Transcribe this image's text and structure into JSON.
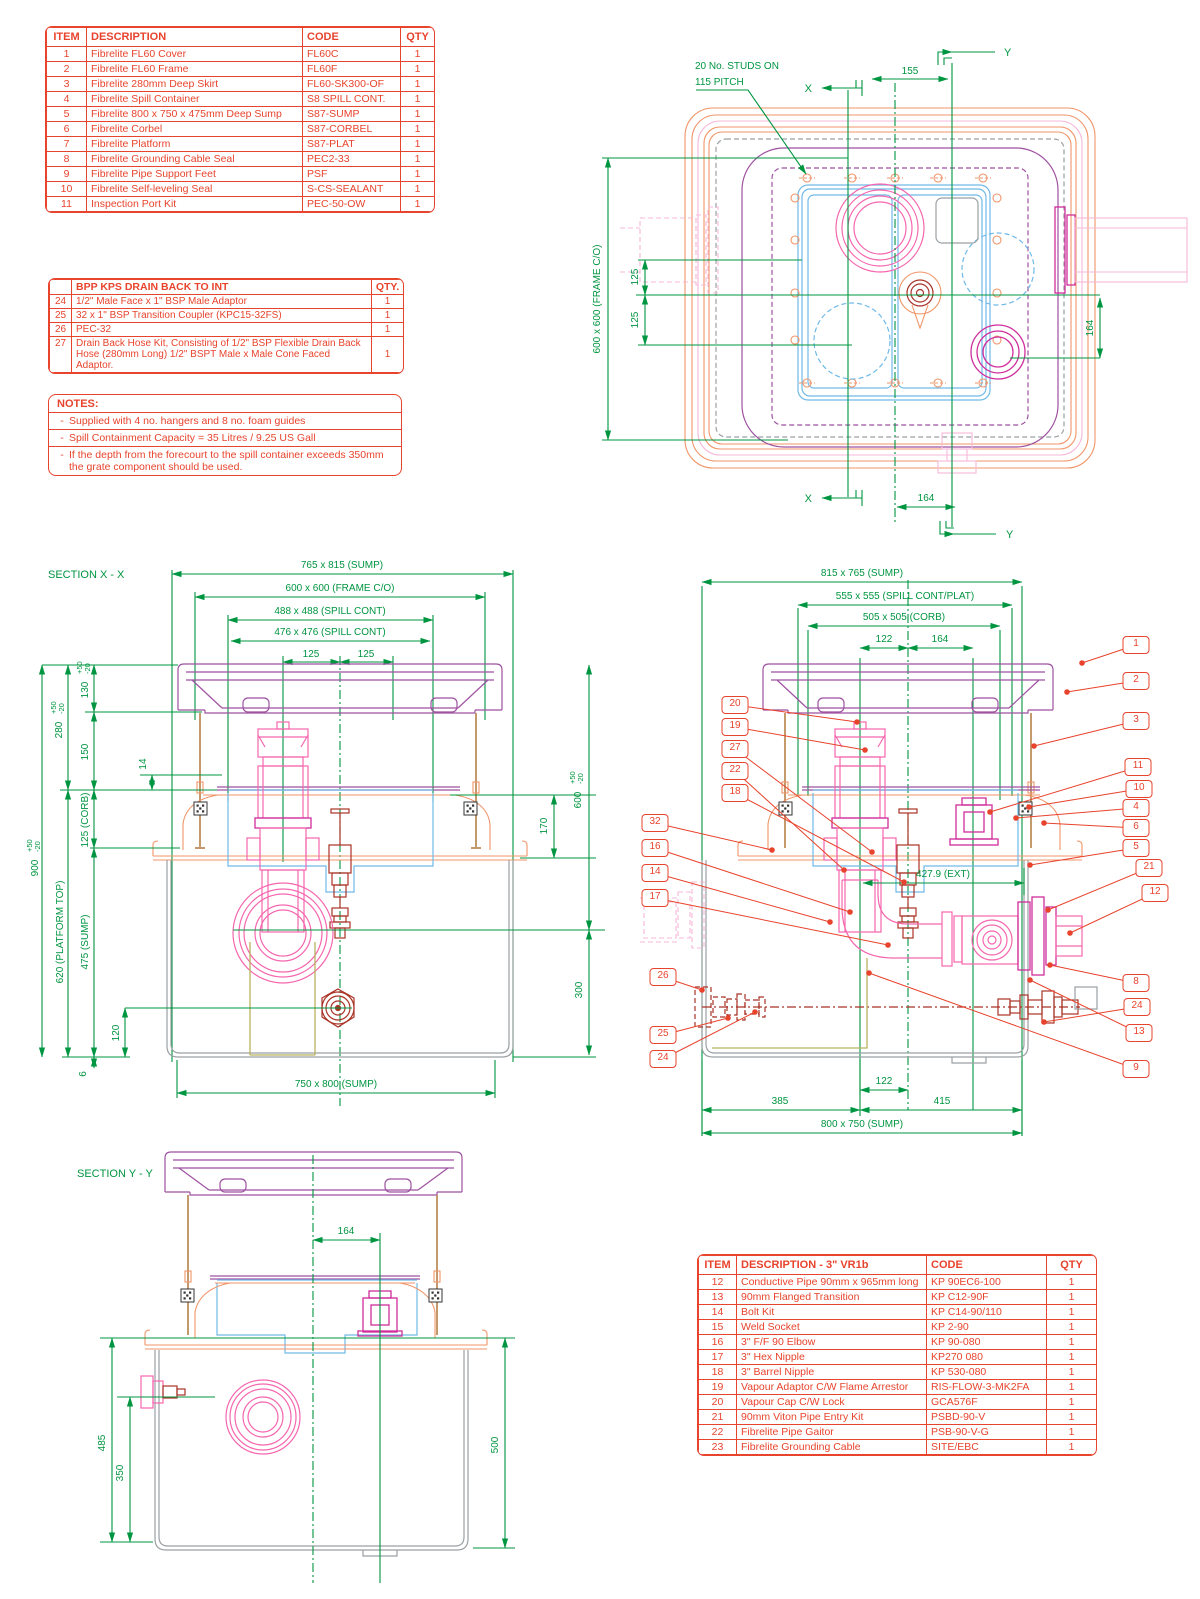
{
  "tol": {
    "p": "+50",
    "m": "-20"
  },
  "parts_table": {
    "headers": [
      "ITEM",
      "DESCRIPTION",
      "CODE",
      "QTY"
    ],
    "rows": [
      [
        "1",
        "Fibrelite FL60 Cover",
        "FL60C",
        "1"
      ],
      [
        "2",
        "Fibrelite FL60 Frame",
        "FL60F",
        "1"
      ],
      [
        "3",
        "Fibrelite 280mm Deep Skirt",
        "FL60-SK300-OF",
        "1"
      ],
      [
        "4",
        "Fibrelite Spill Container",
        "S8 SPILL CONT.",
        "1"
      ],
      [
        "5",
        "Fibrelite 800 x 750 x 475mm Deep Sump",
        "S87-SUMP",
        "1"
      ],
      [
        "6",
        "Fibrelite Corbel",
        "S87-CORBEL",
        "1"
      ],
      [
        "7",
        "Fibrelite Platform",
        "S87-PLAT",
        "1"
      ],
      [
        "8",
        "Fibrelite Grounding Cable Seal",
        "PEC2-33",
        "1"
      ],
      [
        "9",
        "Fibrelite Pipe Support Feet",
        "PSF",
        "1"
      ],
      [
        "10",
        "Fibrelite Self-leveling Seal",
        "S-CS-SEALANT",
        "1"
      ],
      [
        "11",
        "Inspection Port Kit",
        "PEC-50-OW",
        "1"
      ]
    ]
  },
  "drain_table": {
    "title": "BPP KPS DRAIN BACK TO INT",
    "qty_header": "QTY.",
    "rows": [
      [
        "24",
        "1/2\" Male Face x 1\" BSP Male Adaptor",
        "1"
      ],
      [
        "25",
        "32 x 1\" BSP Transition Coupler (KPC15-32FS)",
        "1"
      ],
      [
        "26",
        "PEC-32",
        "1"
      ],
      [
        "27",
        "Drain Back Hose Kit, Consisting of 1/2\" BSP Flexible Drain Back Hose (280mm Long) 1/2\" BSPT Male x Male Cone Faced  Adaptor.",
        "1"
      ]
    ]
  },
  "notes": {
    "title": "NOTES:",
    "items": [
      "Supplied with 4 no. hangers and 8 no. foam guides",
      "Spill Containment Capacity = 35 Litres / 9.25 US Gall",
      "If the depth from the forecourt to the spill container exceeds 350mm the grate component should be used."
    ]
  },
  "vr1b_table": {
    "headers": [
      "ITEM",
      "DESCRIPTION - 3\" VR1b",
      "CODE",
      "QTY"
    ],
    "rows": [
      [
        "12",
        "Conductive Pipe 90mm x 965mm long",
        "KP 90EC6-100",
        "1"
      ],
      [
        "13",
        "90mm Flanged Transition",
        "KP C12-90F",
        "1"
      ],
      [
        "14",
        "Bolt Kit",
        "KP C14-90/110",
        "1"
      ],
      [
        "15",
        "Weld Socket",
        "KP 2-90",
        "1"
      ],
      [
        "16",
        "3\" F/F 90 Elbow",
        "KP 90-080",
        "1"
      ],
      [
        "17",
        "3\" Hex Nipple",
        "KP270 080",
        "1"
      ],
      [
        "18",
        "3\" Barrel Nipple",
        "KP 530-080",
        "1"
      ],
      [
        "19",
        "Vapour Adaptor C/W Flame Arrestor",
        "RIS-FLOW-3-MK2FA",
        "1"
      ],
      [
        "20",
        "Vapour Cap C/W Lock",
        "GCA576F",
        "1"
      ],
      [
        "21",
        "90mm Viton Pipe Entry Kit",
        "PSBD-90-V",
        "1"
      ],
      [
        "22",
        "Fibrelite Pipe Gaitor",
        "PSB-90-V-G",
        "1"
      ],
      [
        "23",
        "Fibrelite Grounding Cable",
        "SITE/EBC",
        "1"
      ]
    ]
  },
  "plan": {
    "studs_note_1": "20 No. STUDS ON",
    "studs_note_2": "115 PITCH",
    "d155": "155",
    "d125a": "125",
    "d125b": "125",
    "d164r": "164",
    "d164b": "164",
    "frame_dim": "600 x 600 (FRAME C/O)",
    "x_label": "X",
    "y_label": "Y"
  },
  "sx": {
    "title": "SECTION X - X",
    "d_sump_top": "765 x 815 (SUMP)",
    "d_frame": "600 x 600 (FRAME C/O)",
    "d_spill1": "488 x 488 (SPILL CONT)",
    "d_spill2": "476 x 476  (SPILL CONT)",
    "d125a": "125",
    "d125b": "125",
    "d900": "900",
    "d280": "280",
    "d130": "130",
    "d150": "150",
    "d14": "14",
    "d125corb": "125 (CORB)",
    "d620": "620 (PLATFORM TOP)",
    "d475": "475 (SUMP)",
    "d120": "120",
    "d6": "6",
    "d600": "600",
    "d170": "170",
    "d300": "300",
    "d_sump_bot": "750 x 800 (SUMP)"
  },
  "sr": {
    "d_sump_top": "815 x 765 (SUMP)",
    "d_spill": "555 x 555 (SPILL  CONT/PLAT)",
    "d_corb": "505 x 505 (CORB)",
    "d122t": "122",
    "d164t": "164",
    "d_ext": "427.9 (EXT)",
    "d122b": "122",
    "d385": "385",
    "d415": "415",
    "d_sump_bot": "800 x 750 (SUMP)",
    "callouts_left": [
      "20",
      "19",
      "27",
      "22",
      "18",
      "32",
      "16",
      "14",
      "17",
      "26",
      "25",
      "24"
    ],
    "callouts_right": [
      "1",
      "2",
      "3",
      "11",
      "10",
      "4",
      "6",
      "5",
      "21",
      "12",
      "8",
      "24",
      "13",
      "9"
    ]
  },
  "sy": {
    "title": "SECTION Y - Y",
    "d164": "164",
    "d485": "485",
    "d350": "350",
    "d500": "500"
  }
}
